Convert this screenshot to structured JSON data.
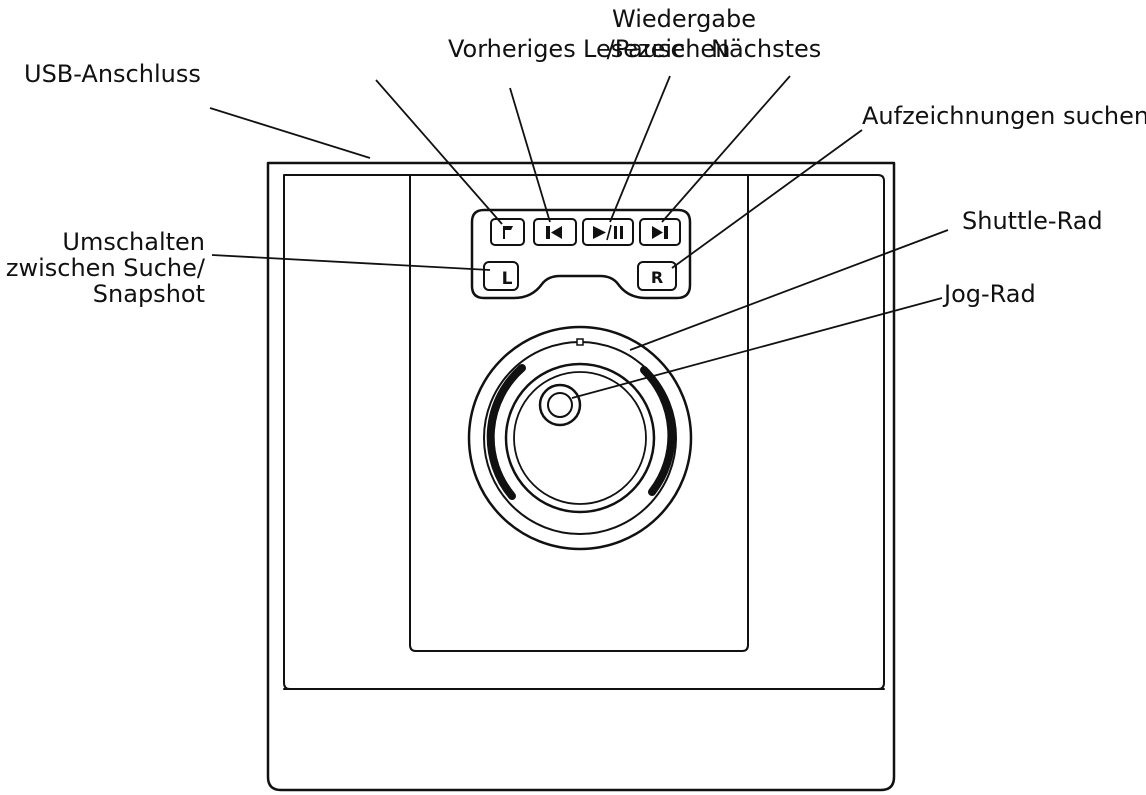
{
  "labels": {
    "usb": "USB-Anschluss",
    "previous": "Vorheriges",
    "bookmark": "Lesezeichen",
    "play_pause_line1": "Wiedergabe",
    "play_pause_line2": "/Pause",
    "next": "Nächstes",
    "search_recordings": "Aufzeichnungen suchen",
    "switch_line1": "Umschalten",
    "switch_line2": "zwischen Suche/",
    "switch_line3": "Snapshot",
    "shuttle_wheel": "Shuttle-Rad",
    "jog_wheel": "Jog-Rad"
  },
  "keys": {
    "left": "L",
    "right": "R"
  },
  "colors": {
    "ink": "#111111",
    "background": "#ffffff"
  }
}
